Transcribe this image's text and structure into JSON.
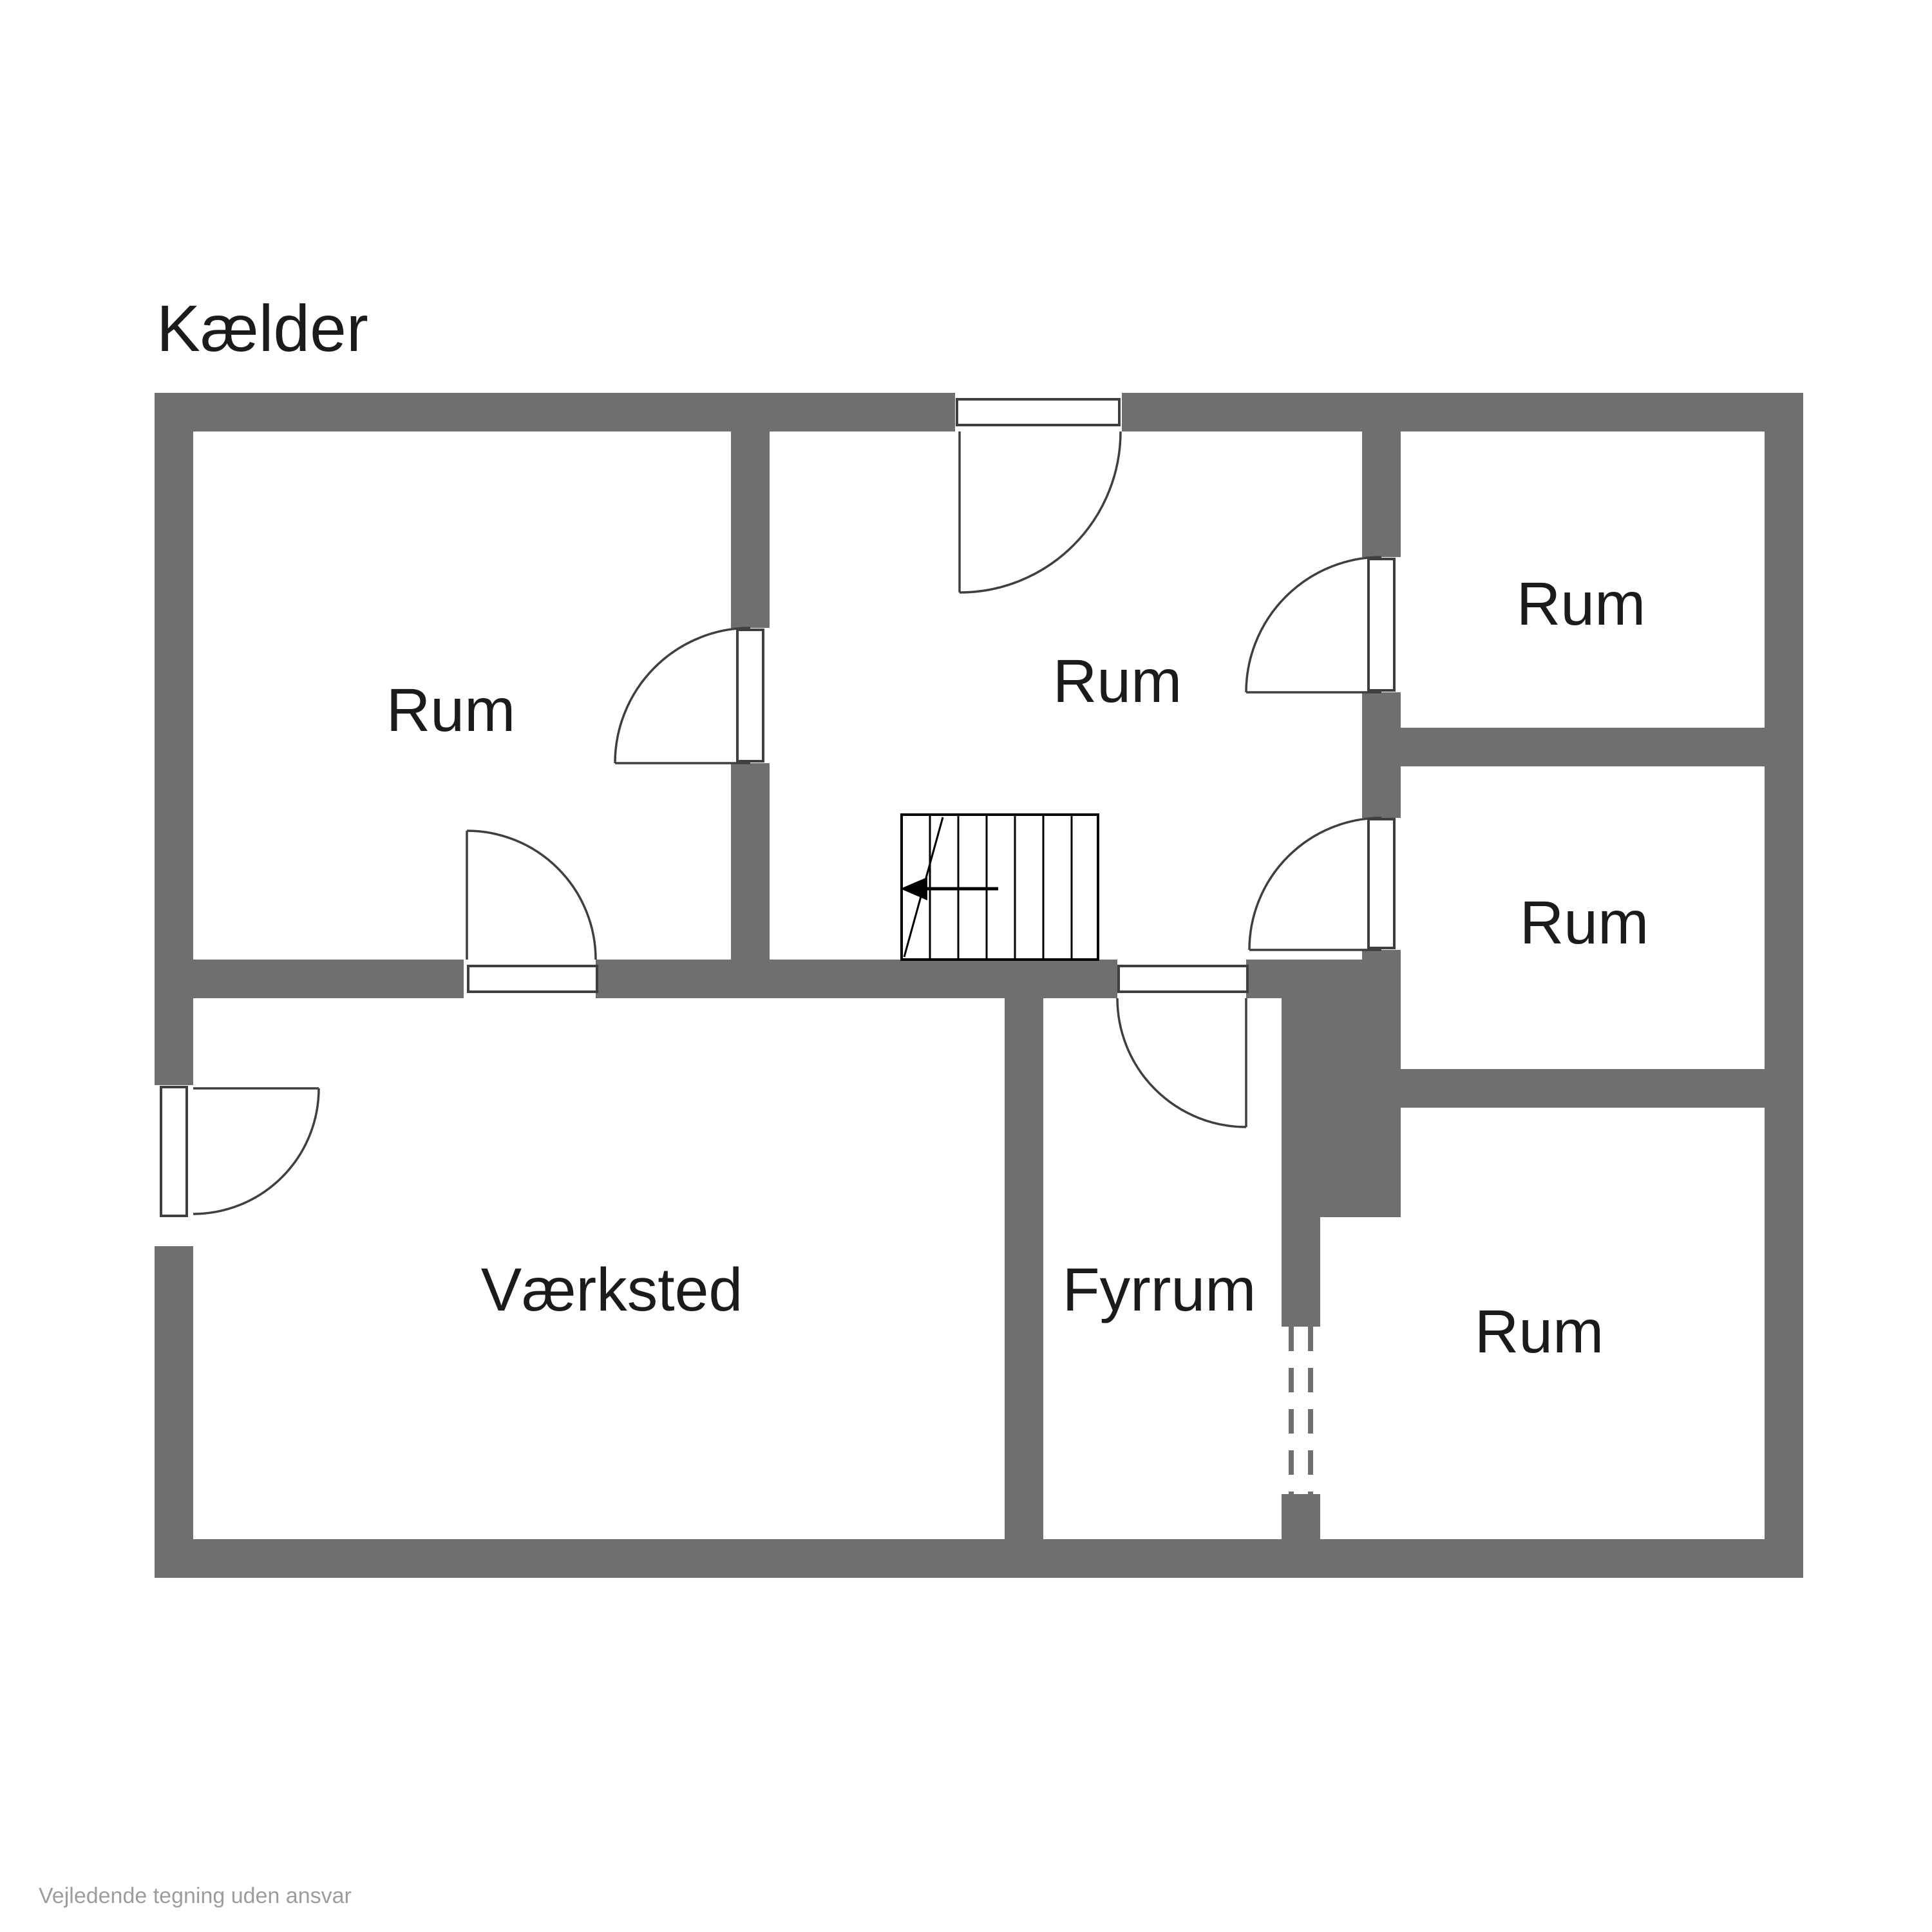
{
  "title": "Kælder",
  "footer": "Vejledende tegning uden ansvar",
  "colors": {
    "wall": "#6f6f6f",
    "line": "#3f3f3f",
    "text": "#1b1b1b",
    "muted": "#9d9d9d",
    "stairs": "#000000"
  },
  "rooms": [
    {
      "name": "rum-top-left",
      "label": "Rum"
    },
    {
      "name": "rum-center",
      "label": "Rum"
    },
    {
      "name": "rum-top-right",
      "label": "Rum"
    },
    {
      "name": "rum-mid-right",
      "label": "Rum"
    },
    {
      "name": "vaerksted",
      "label": "Værksted"
    },
    {
      "name": "fyrrum",
      "label": "Fyrrum"
    },
    {
      "name": "rum-bottom-right",
      "label": "Rum"
    }
  ]
}
